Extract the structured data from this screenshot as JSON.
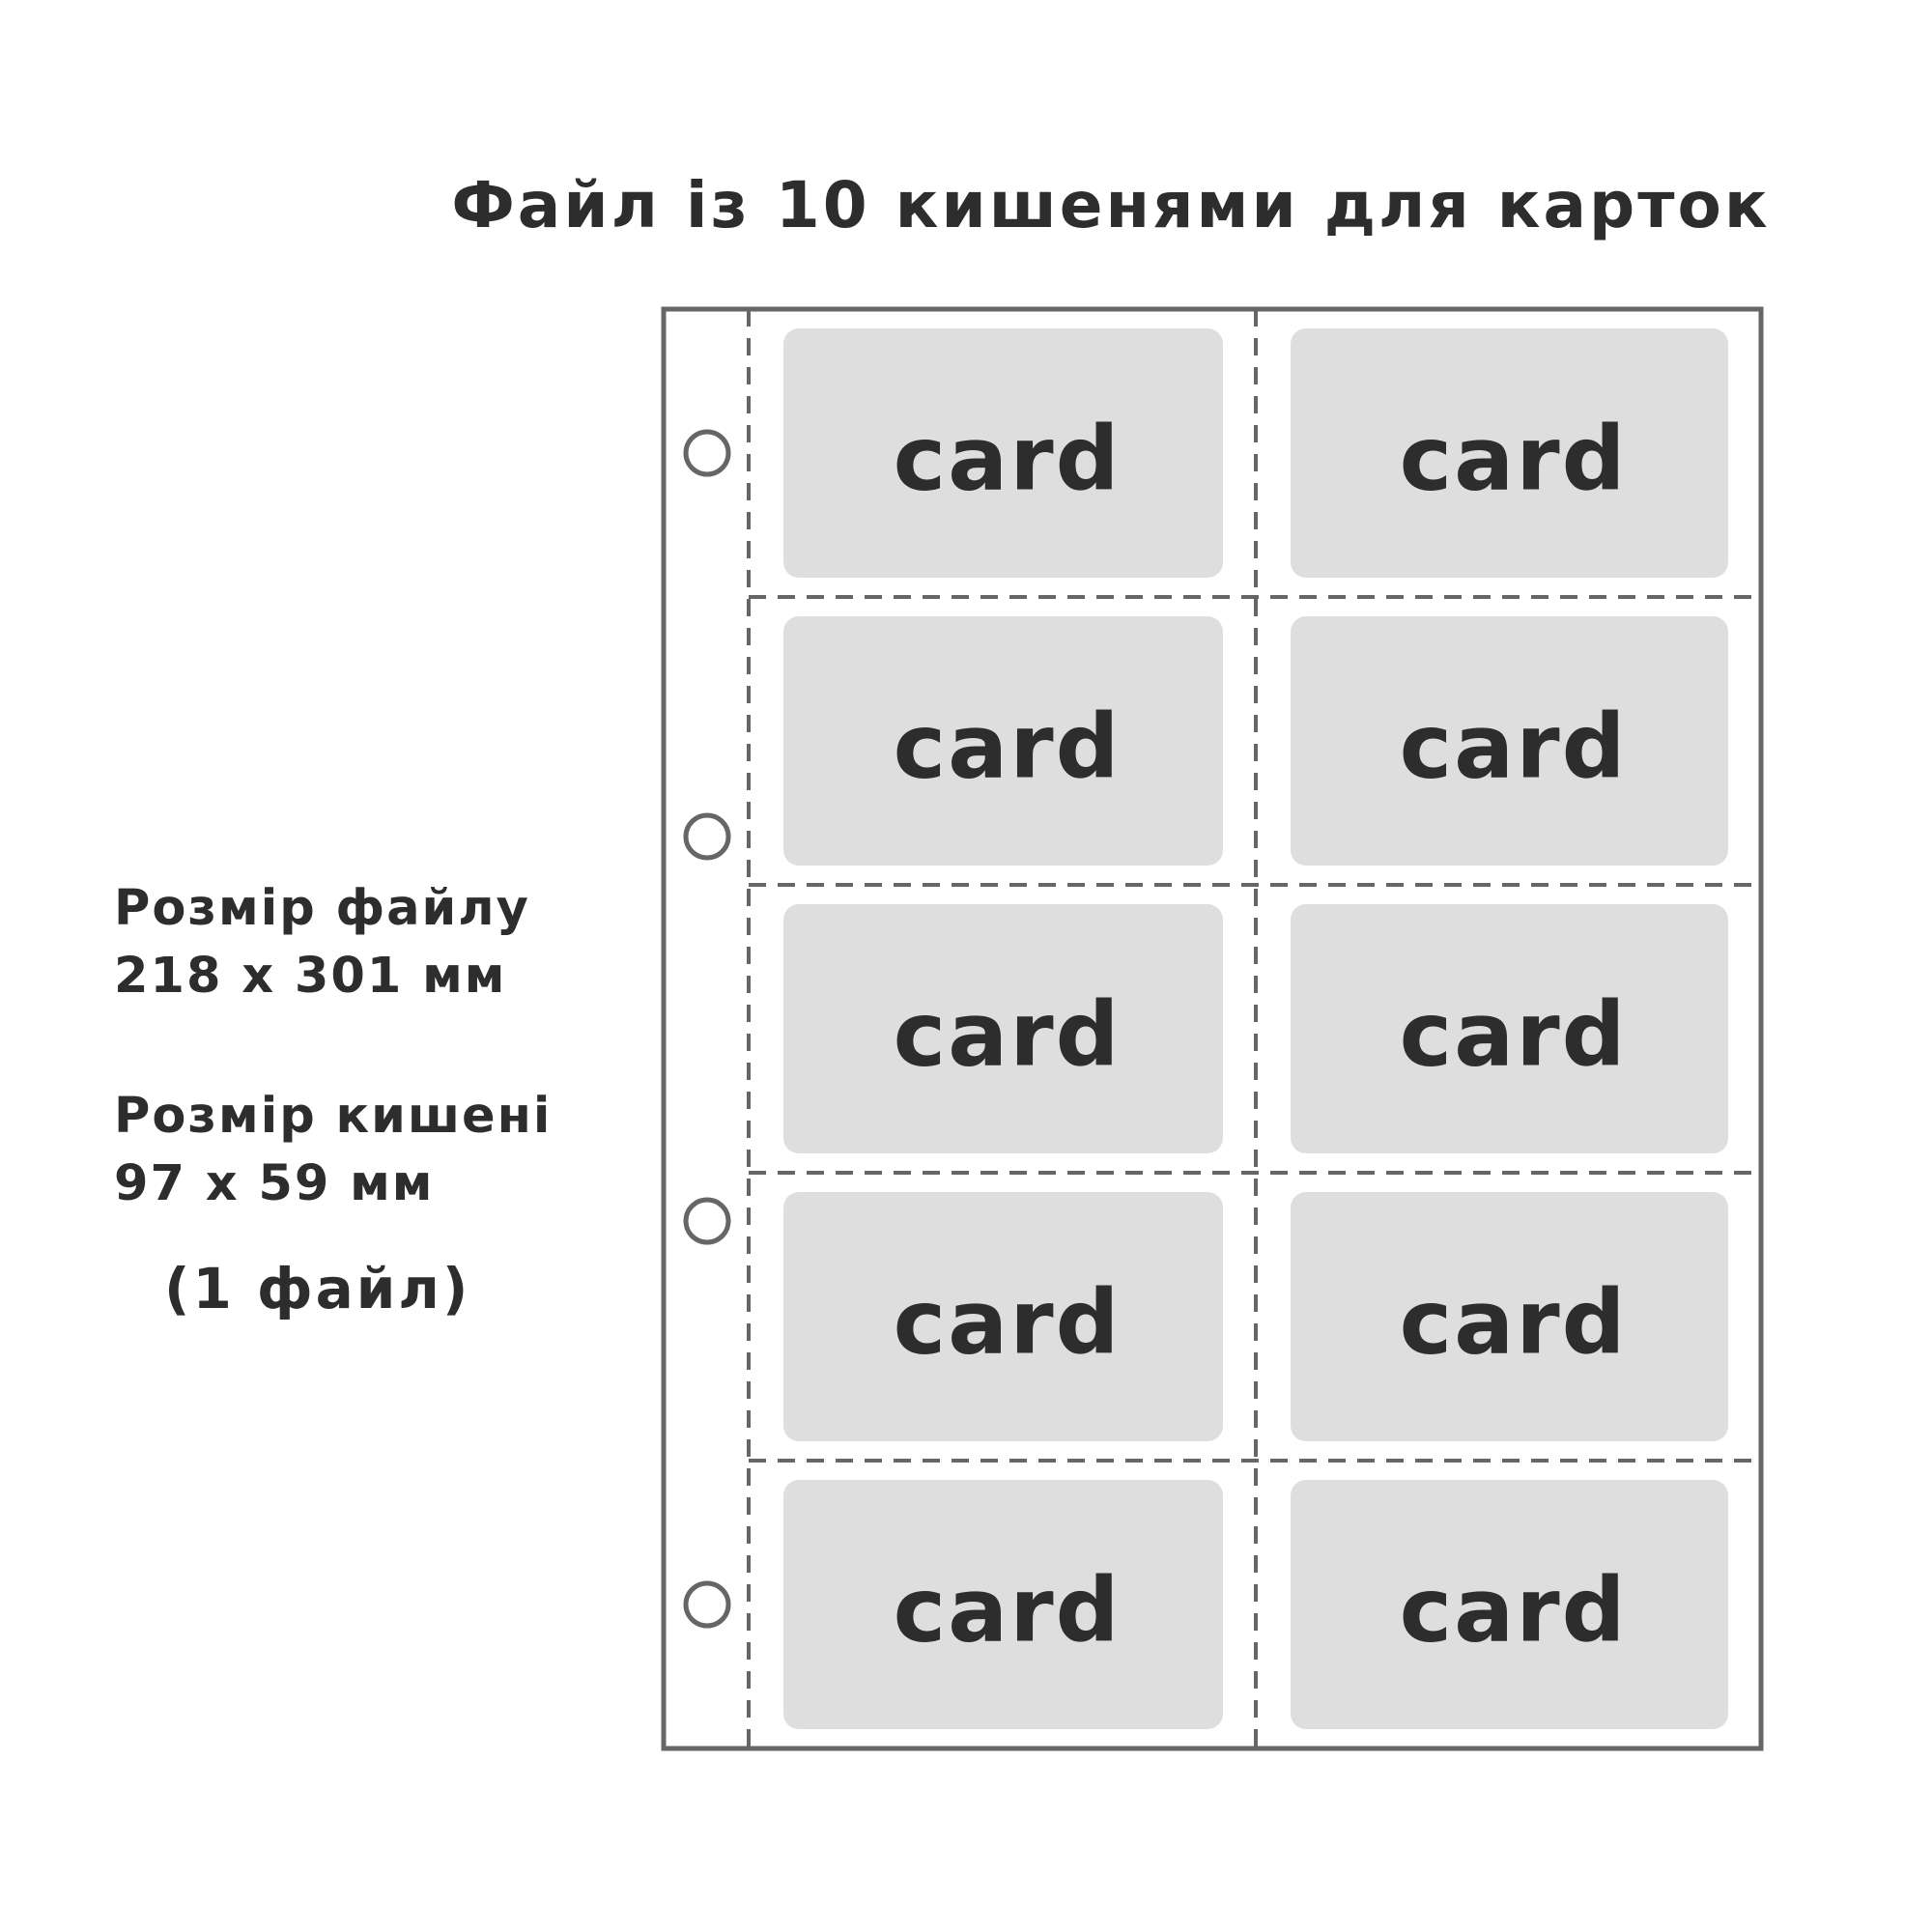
{
  "title": "Файл із 10 кишенями для карток",
  "file_size": {
    "label": "Розмір файлу",
    "value": "218 x 301 мм"
  },
  "pocket_size": {
    "label": "Розмір кишені",
    "value": "97 x 59 мм"
  },
  "quantity_note": "(1 файл)",
  "sheet": {
    "columns": 2,
    "rows": 5,
    "binder_holes": 4,
    "pockets": [
      {
        "label": "card"
      },
      {
        "label": "card"
      },
      {
        "label": "card"
      },
      {
        "label": "card"
      },
      {
        "label": "card"
      },
      {
        "label": "card"
      },
      {
        "label": "card"
      },
      {
        "label": "card"
      },
      {
        "label": "card"
      },
      {
        "label": "card"
      }
    ]
  },
  "colors": {
    "text": "#2d2d2d",
    "outline": "#666666",
    "card_fill": "#dedede"
  }
}
